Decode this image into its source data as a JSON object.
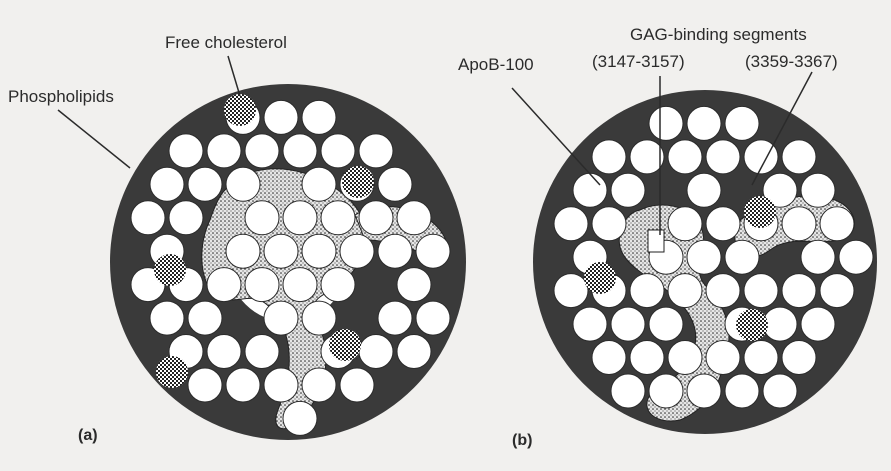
{
  "labels": {
    "free_cholesterol": "Free cholesterol",
    "phospholipids": "Phospholipids",
    "apob100": "ApoB-100",
    "gag_segments": "GAG-binding segments",
    "segment_1": "(3147-3157)",
    "segment_2": "(3359-3367)",
    "panel_a": "(a)",
    "panel_b": "(b)"
  },
  "colors": {
    "background": "#f1f0ee",
    "particle_core": "#3a3a3a",
    "phospholipid": "#ffffff",
    "apob_band": "#d8d8d8"
  }
}
